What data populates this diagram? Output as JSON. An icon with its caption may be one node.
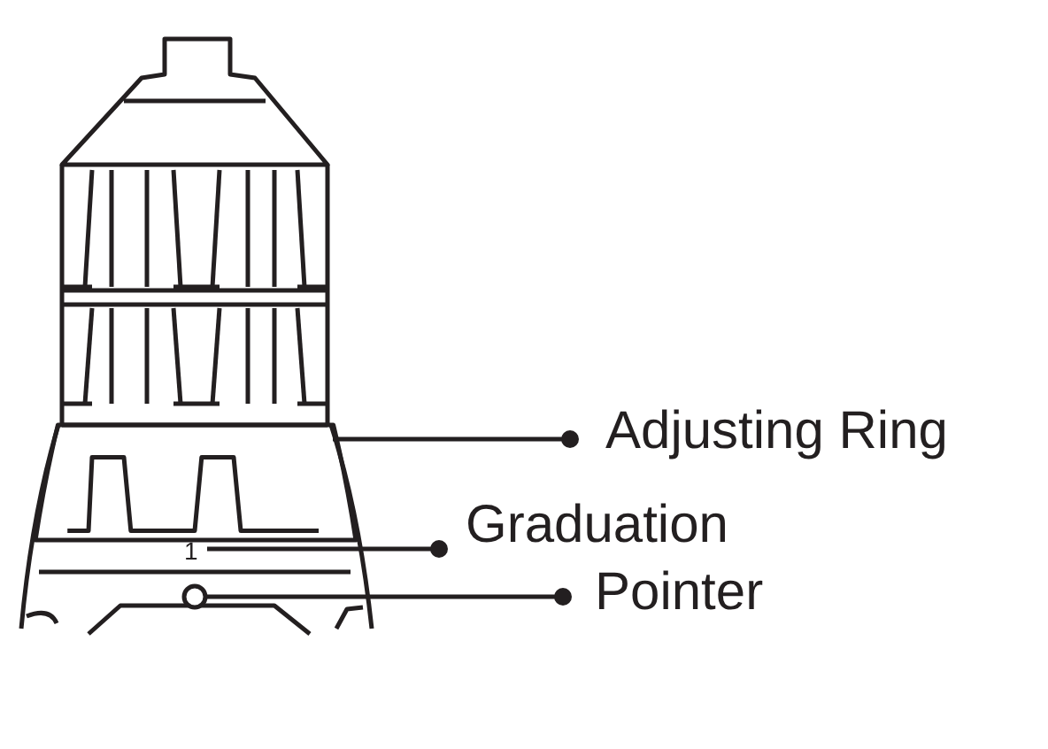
{
  "diagram": {
    "nodes": [
      {
        "text": [
          "Adjusting Ring"
        ]
      },
      {
        "text": [
          "Graduation"
        ]
      },
      {
        "text": [
          "Pointer"
        ]
      },
      {
        "text": [],
        "shape": "band"
      },
      {
        "text": [
          "1"
        ]
      },
      {
        "text": [],
        "shape": "circle"
      }
    ],
    "edges": [
      {
        "from": 0,
        "to": 3,
        "arrow": "other"
      },
      {
        "from": 1,
        "to": 4,
        "arrow": "other"
      },
      {
        "from": 2,
        "to": 5,
        "arrow": "other"
      }
    ]
  }
}
